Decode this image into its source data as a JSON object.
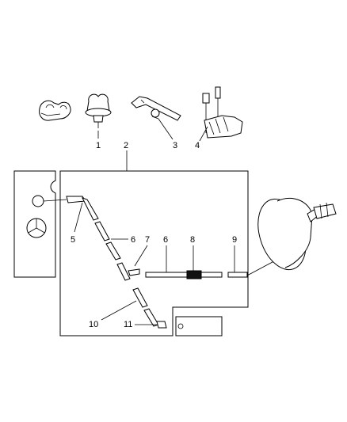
{
  "callouts": {
    "c1": "1",
    "c2": "2",
    "c3": "3",
    "c4": "4",
    "c5": "5",
    "c6a": "6",
    "c6b": "6",
    "c7": "7",
    "c8": "8",
    "c9": "9",
    "c10": "10",
    "c11": "11"
  },
  "colors": {
    "line": "#000000",
    "background": "#ffffff",
    "insulator_8": "#111111"
  },
  "icons": [
    "wiring-clip-icon",
    "push-pin-retainer-icon",
    "strap-clip-icon",
    "vacuum-hose-fitting-icon",
    "brake-booster-icon",
    "three-pointed-star-emblem-icon"
  ]
}
